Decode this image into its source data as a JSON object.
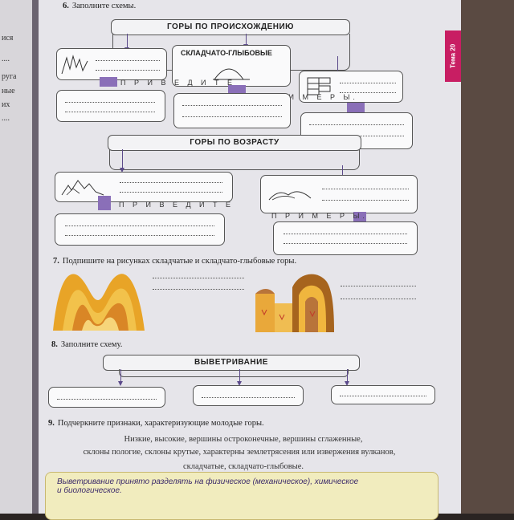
{
  "prev_page": {
    "lines": [
      "ися",
      "....",
      "руга",
      "ные",
      "их",
      "...."
    ]
  },
  "side_tab": "Тема 20",
  "task6": {
    "number": "6.",
    "title": "Заполните схемы.",
    "origin_header": "ГОРЫ ПО ПРОИСХОЖДЕНИЮ",
    "middle_box_label": "СКЛАДЧАТО-ГЛЫБОВЫЕ",
    "give_word": "П Р И В Е Д И Т Е",
    "examples_word": "П Р И М Е Р Ы.",
    "age_header": "ГОРЫ ПО ВОЗРАСТУ",
    "give_word_2": "П Р И В Е Д И Т Е",
    "examples_word_2": "П Р И М Е Р Ы."
  },
  "task7": {
    "number": "7.",
    "text": "Подпишите на рисунках складчатые и складчато-глыбовые горы."
  },
  "task8": {
    "number": "8.",
    "text": "Заполните схему.",
    "header": "ВЫВЕТРИВАНИЕ"
  },
  "task9": {
    "number": "9.",
    "text": "Подчеркните признаки, характеризующие молодые горы.",
    "line1": "Низкие, высокие, вершины остроконечные, вершины сглаженные,",
    "line2": "склоны пологие, склоны крутые, характерны землетрясения или извержения вулканов,",
    "line3": "складчатые, складчато-глыбовые."
  },
  "note": {
    "line1": "Выветривание принято разделять на физическое (механическое), химическое",
    "line2": "и биологическое."
  },
  "colors": {
    "purple_marker": "#8a6fb8",
    "tab": "#c81e63",
    "note_bg": "#f1ecbe"
  }
}
